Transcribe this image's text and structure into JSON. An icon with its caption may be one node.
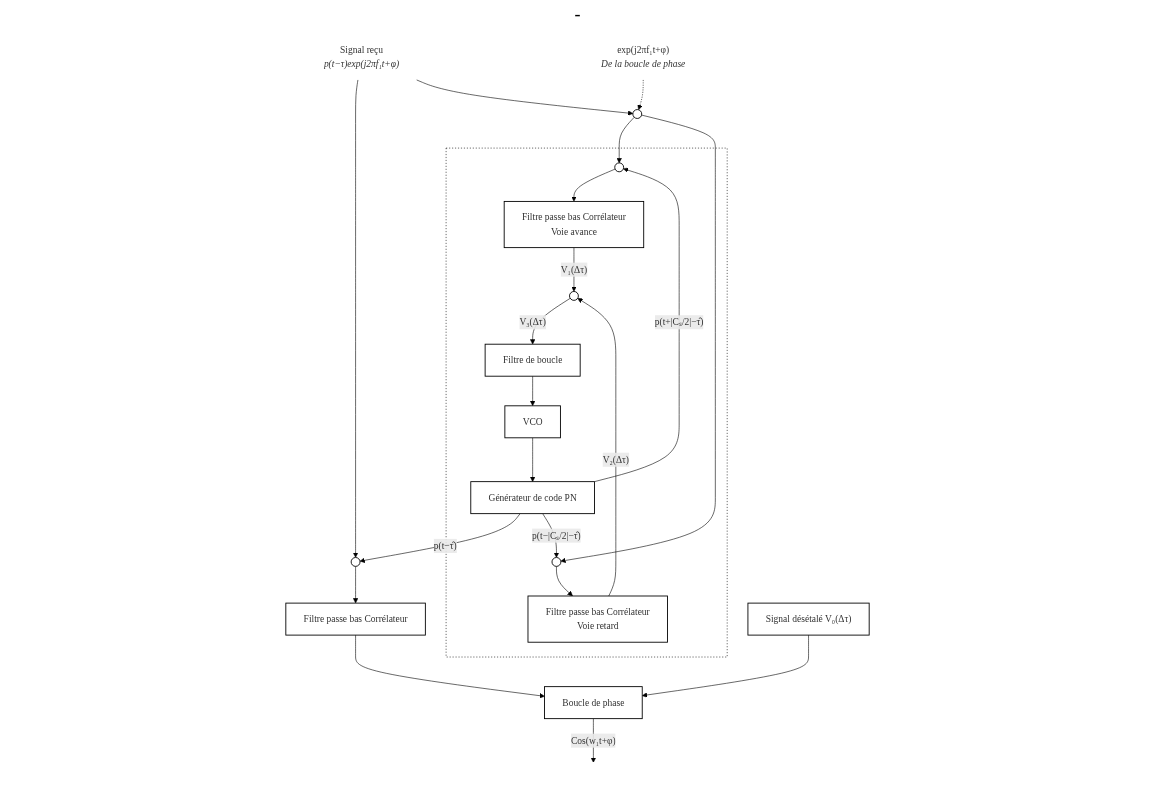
{
  "diagram": {
    "nodes": [
      {
        "text": [
          "Signal reçu"
        ],
        "beside": [
          "p(t−τ)exp(j2πf₁t+φ)"
        ]
      },
      {
        "text": [],
        "shape": "circle"
      },
      {
        "text": [
          "Filtre passe bas Corrélateur"
        ]
      },
      {
        "text": [
          "Boucle de phase"
        ]
      },
      {
        "text": [
          "Signal désétalé V₀(Δτ)"
        ]
      },
      {
        "text": [],
        "shape": "circle"
      },
      {
        "text": [],
        "shape": "box"
      },
      {
        "text": [],
        "shape": "circle",
        "in": 6
      },
      {
        "text": [
          "Filtre passe bas Corrélateur",
          "Voie avance"
        ],
        "in": 6
      },
      {
        "text": [],
        "shape": "circle",
        "in": 6
      },
      {
        "text": [],
        "shape": "circle",
        "in": 6
      },
      {
        "text": [
          "Filtre passe bas Corrélateur",
          "Voie retard"
        ],
        "in": 6
      },
      {
        "text": [
          "Filtre de boucle"
        ],
        "in": 6
      },
      {
        "text": [
          "VCO"
        ],
        "in": 6
      },
      {
        "text": [
          "Générateur de code PN"
        ],
        "in": 6
      },
      {
        "text": [
          "exp(j2πf₁t+φ)"
        ],
        "beside": [
          "De la boucle de phase"
        ]
      }
    ],
    "edges": [
      {
        "from": 0,
        "to": 1,
        "arrow": "to"
      },
      {
        "from": 0,
        "to": 5,
        "arrow": "to"
      },
      {
        "from": 1,
        "to": 2,
        "arrow": "to"
      },
      {
        "from": 2,
        "to": 3,
        "arrow": "to"
      },
      {
        "from": 4,
        "to": 3,
        "arrow": "to"
      },
      {
        "from": 3,
        "to": null,
        "arrow": "to",
        "label": "Cos(w₁t+φ)"
      },
      {
        "from": 14,
        "to": 1,
        "arrow": "to",
        "label": "p(t−τ̂)"
      },
      {
        "from": 5,
        "to": 7,
        "arrow": "to"
      },
      {
        "from": 5,
        "to": 10,
        "arrow": "to"
      },
      {
        "from": 7,
        "to": 8,
        "arrow": "to"
      },
      {
        "from": 8,
        "to": 9,
        "arrow": "to",
        "label": "V₁(Δτ)"
      },
      {
        "from": 10,
        "to": 11,
        "arrow": "to"
      },
      {
        "from": 11,
        "to": 9,
        "arrow": "to",
        "label": "V₂(Δτ)"
      },
      {
        "from": 9,
        "to": 12,
        "arrow": "to",
        "label": "V₃(Δτ)"
      },
      {
        "from": 12,
        "to": 13,
        "arrow": "to"
      },
      {
        "from": 13,
        "to": 14,
        "arrow": "to"
      },
      {
        "from": 14,
        "to": 7,
        "arrow": "to",
        "label": "p(t+|Cₛ/2|−τ̂)"
      },
      {
        "from": 14,
        "to": 10,
        "arrow": "to",
        "label": "p(t−|Cₛ/2|−τ̂)"
      },
      {
        "from": 15,
        "to": 5,
        "arrow": "to",
        "style": "dashed"
      }
    ],
    "labels": [
      "-"
    ]
  }
}
